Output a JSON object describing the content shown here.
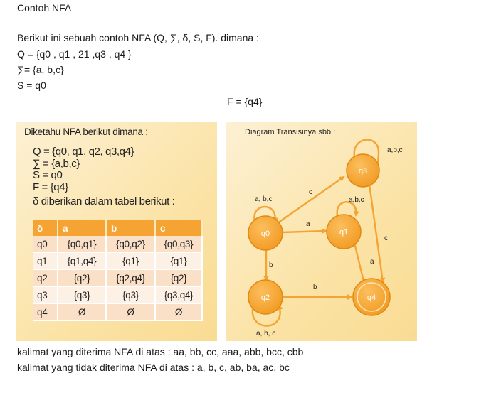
{
  "doc": {
    "title": "Contoh NFA",
    "intro": "Berikut ini sebuah contoh NFA (Q, ∑, δ, S, F). dimana :",
    "q_def": "Q = {q0 , q1 , 21 ,q3 , q4 }",
    "sigma_def": "∑= {a, b,c}",
    "s_def": "S = q0",
    "f_def": "F = {q4}",
    "accepted": "kalimat yang diterima NFA di atas : aa, bb, cc, aaa, abb, bcc, cbb",
    "rejected": "kalimat yang tidak diterima NFA di atas : a, b, c, ab, ba, ac, bc"
  },
  "left_panel": {
    "heading": "Diketahu NFA berikut dimana :",
    "q": "Q = {q0, q1, q2, q3,q4}",
    "sigma": "∑ = {a,b,c}",
    "s": "S = q0",
    "f": "F = {q4}",
    "delta_caption": "δ diberikan dalam tabel berikut :",
    "table": {
      "headers": [
        "δ",
        "a",
        "b",
        "c"
      ],
      "rows": [
        [
          "q0",
          "{q0,q1}",
          "{q0,q2}",
          "{q0,q3}"
        ],
        [
          "q1",
          "{q1,q4}",
          "{q1}",
          "{q1}"
        ],
        [
          "q2",
          "{q2}",
          "{q2,q4}",
          "{q2}"
        ],
        [
          "q3",
          "{q3}",
          "{q3}",
          "{q3,q4}"
        ],
        [
          "q4",
          "Ø",
          "Ø",
          "Ø"
        ]
      ]
    }
  },
  "diagram": {
    "title": "Diagram Transisinya sbb :",
    "states": [
      "q0",
      "q1",
      "q2",
      "q3",
      "q4"
    ],
    "labels": {
      "q3_loop": "a,b,c",
      "q1_loop": "a,b,c",
      "q0_loop": "a, b,c",
      "q2_loop": "a, b, c",
      "q0_q3": "c",
      "q0_q1": "a",
      "q0_q2": "b",
      "q1_q4": "a",
      "q3_q4": "c",
      "q2_q4": "b"
    },
    "colors": {
      "state": "#f5a433",
      "state_stroke": "#e08a12",
      "edge": "#f5a433"
    }
  }
}
